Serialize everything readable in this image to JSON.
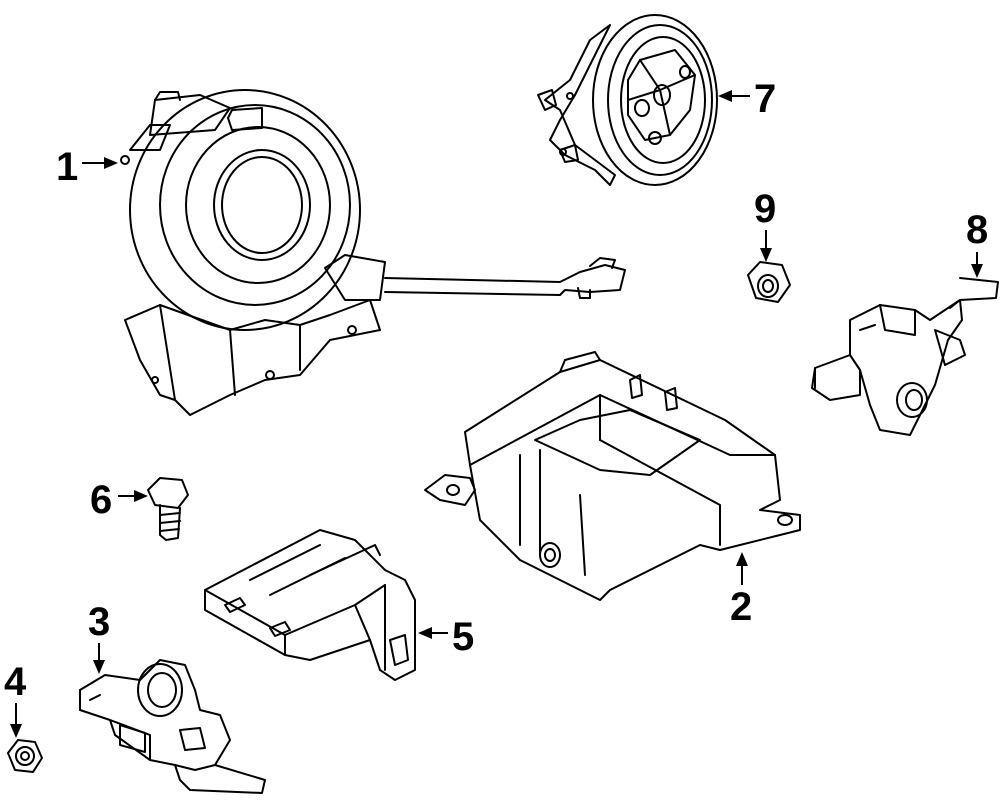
{
  "callouts": [
    {
      "id": "1",
      "label": "1",
      "part": "clock-spring"
    },
    {
      "id": "2",
      "label": "2",
      "part": "air-bag-control-module"
    },
    {
      "id": "3",
      "label": "3",
      "part": "impact-sensor-lower"
    },
    {
      "id": "4",
      "label": "4",
      "part": "nut"
    },
    {
      "id": "5",
      "label": "5",
      "part": "module-bracket"
    },
    {
      "id": "6",
      "label": "6",
      "part": "bolt"
    },
    {
      "id": "7",
      "label": "7",
      "part": "clock-spring-rotor"
    },
    {
      "id": "8",
      "label": "8",
      "part": "impact-sensor-side"
    },
    {
      "id": "9",
      "label": "9",
      "part": "nut"
    }
  ]
}
